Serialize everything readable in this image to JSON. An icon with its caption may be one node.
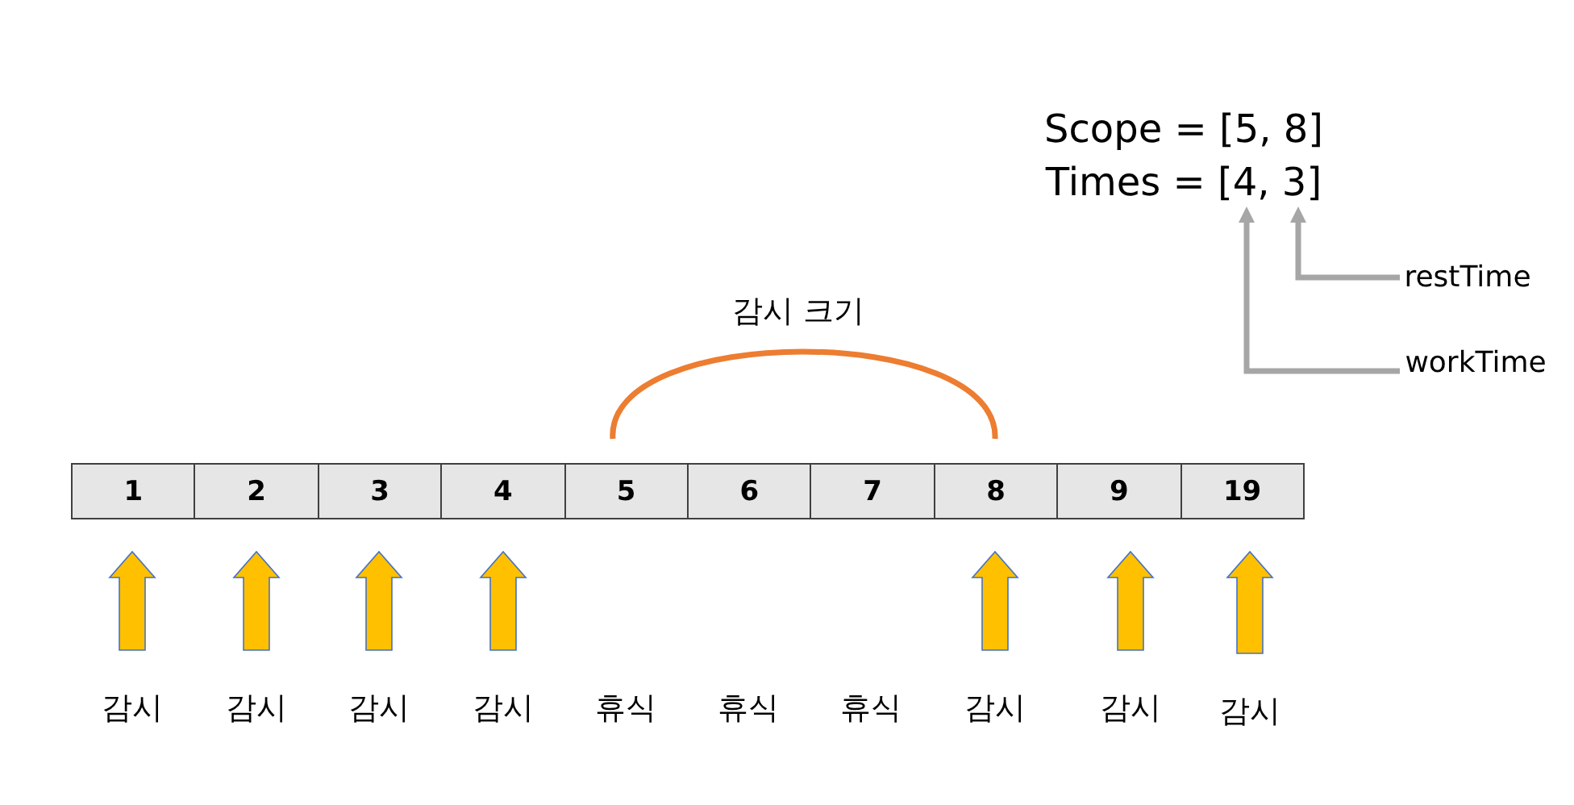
{
  "diagram": {
    "nodes": [
      {
        "text": [
          "1"
        ]
      },
      {
        "text": [
          "2"
        ]
      },
      {
        "text": [
          "3"
        ]
      },
      {
        "text": [
          "4"
        ]
      },
      {
        "text": [
          "5"
        ]
      },
      {
        "text": [
          "6"
        ]
      },
      {
        "text": [
          "7"
        ]
      },
      {
        "text": [
          "8"
        ]
      },
      {
        "text": [
          "9"
        ]
      },
      {
        "text": [
          "19"
        ]
      },
      {
        "text": [
          "감시"
        ]
      },
      {
        "text": [
          "감시"
        ]
      },
      {
        "text": [
          "감시"
        ]
      },
      {
        "text": [
          "감시"
        ]
      },
      {
        "text": [
          "휴식"
        ]
      },
      {
        "text": [
          "휴식"
        ]
      },
      {
        "text": [
          "휴식"
        ]
      },
      {
        "text": [
          "감시"
        ]
      },
      {
        "text": [
          "감시"
        ]
      },
      {
        "text": [
          "감시"
        ]
      },
      {
        "text": [
          "Times = [4, 3]"
        ]
      },
      {
        "text": [
          "restTime"
        ]
      },
      {
        "text": [
          "workTime"
        ]
      }
    ],
    "edges": [
      {
        "from": 10,
        "to": 0,
        "arrow": "to"
      },
      {
        "from": 11,
        "to": 1,
        "arrow": "to"
      },
      {
        "from": 12,
        "to": 2,
        "arrow": "to"
      },
      {
        "from": 13,
        "to": 3,
        "arrow": "to"
      },
      {
        "from": 17,
        "to": 7,
        "arrow": "to"
      },
      {
        "from": 18,
        "to": 8,
        "arrow": "to"
      },
      {
        "from": 19,
        "to": 9,
        "arrow": "to"
      },
      {
        "from": 21,
        "to": 20,
        "arrow": "to",
        "color": "#a6a6a6"
      },
      {
        "from": 22,
        "to": 20,
        "arrow": "to",
        "color": "#a6a6a6"
      }
    ],
    "labels": [
      "Scope = [5, 8]",
      "감시 크기"
    ]
  }
}
